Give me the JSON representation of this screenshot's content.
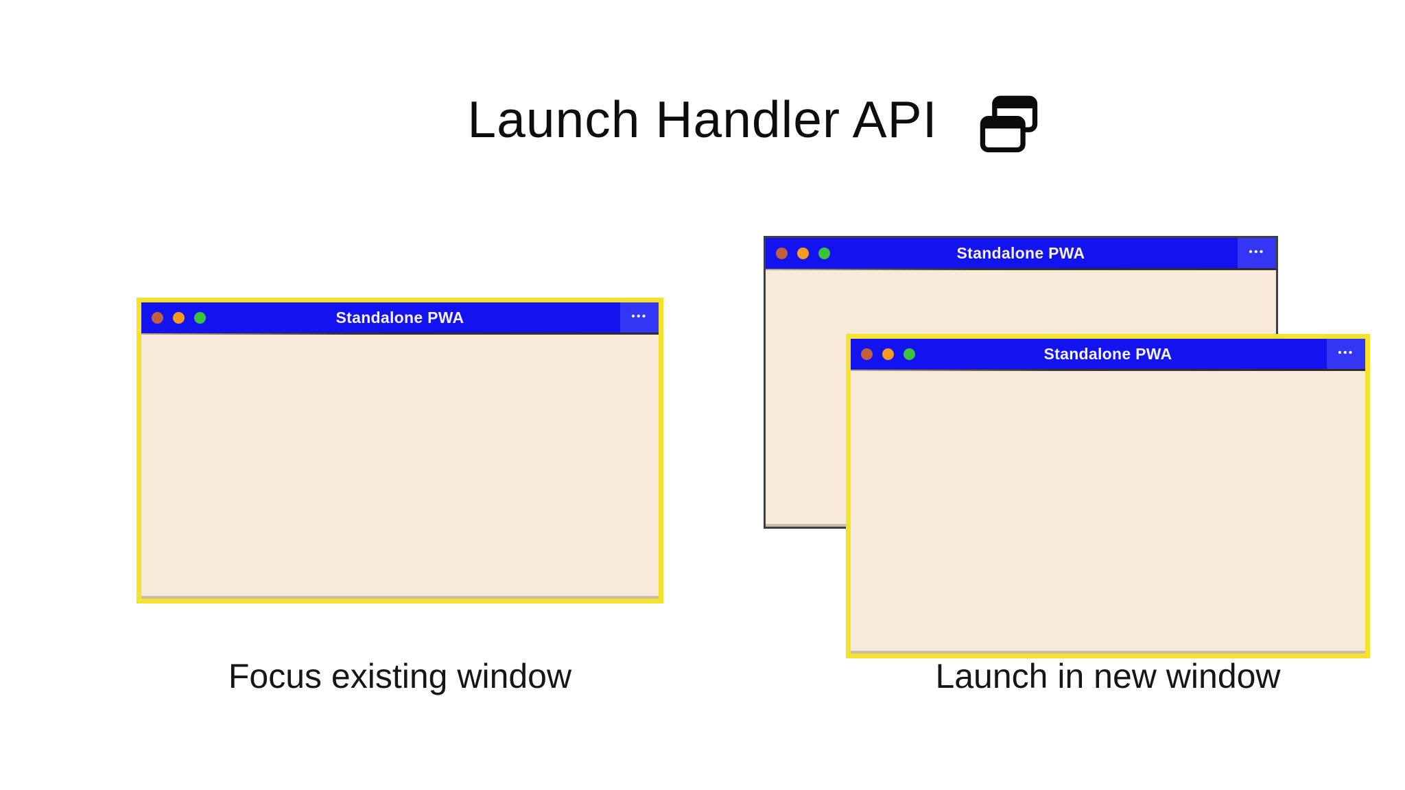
{
  "header": {
    "title": "Launch Handler API",
    "icon": "overlapping-windows-icon"
  },
  "colors": {
    "titlebar_blue": "#1313ef",
    "menu_box_blue": "#3336f4",
    "window_body_cream": "#f8ead9",
    "highlight_border_yellow": "#f5e32b",
    "plain_border_gray": "#3c4043",
    "traffic_lights": [
      "#c0603f",
      "#f69a22",
      "#3cc33c"
    ],
    "title_text": "#0d0d0d"
  },
  "left_panel": {
    "caption": "Focus existing window",
    "window": {
      "title": "Standalone PWA",
      "menu_dots": "•••",
      "border_style": "highlight-yellow"
    }
  },
  "right_panel": {
    "caption": "Launch in new window",
    "back_window": {
      "title": "Standalone PWA",
      "menu_dots": "•••",
      "border_style": "plain-gray"
    },
    "front_window": {
      "title": "Standalone PWA",
      "menu_dots": "•••",
      "border_style": "highlight-yellow"
    }
  }
}
